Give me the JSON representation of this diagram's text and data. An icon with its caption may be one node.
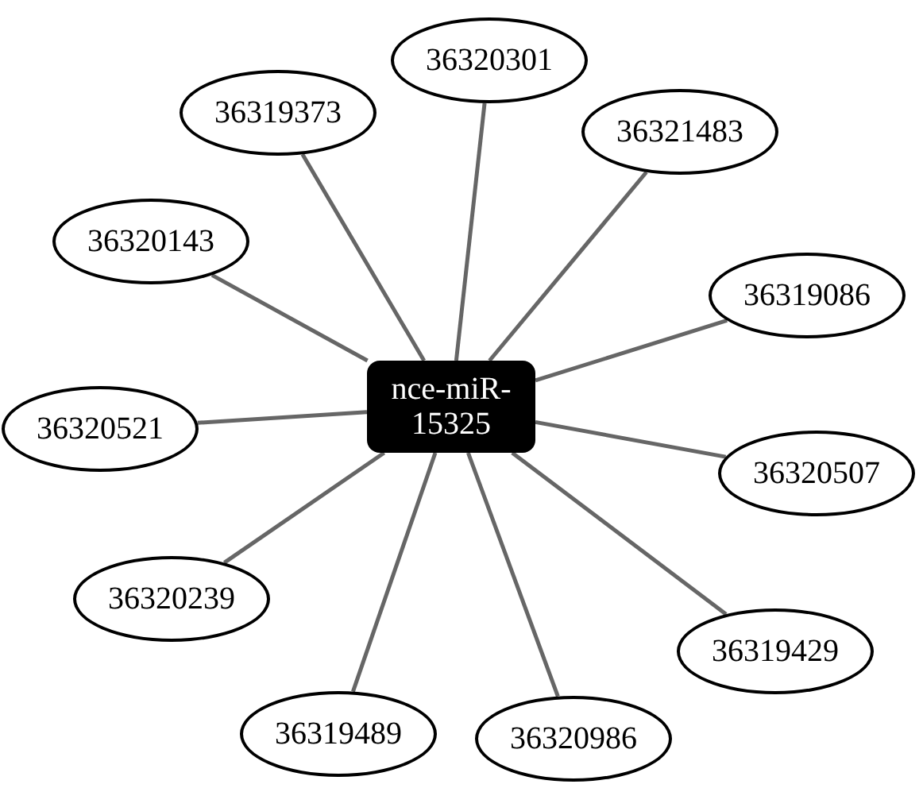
{
  "diagram": {
    "nodes": [
      {
        "text": [
          "nce-miR- 15325"
        ]
      },
      {
        "text": [
          "36320301"
        ]
      },
      {
        "text": [
          "36319373"
        ]
      },
      {
        "text": [
          "36321483"
        ]
      },
      {
        "text": [
          "36320143"
        ]
      },
      {
        "text": [
          "36319086"
        ]
      },
      {
        "text": [
          "36320521"
        ]
      },
      {
        "text": [
          "36320507"
        ]
      },
      {
        "text": [
          "36320239"
        ]
      },
      {
        "text": [
          "36319429"
        ]
      },
      {
        "text": [
          "36319489"
        ]
      },
      {
        "text": [
          "36320986"
        ]
      }
    ],
    "edges": [
      {
        "from": 0,
        "to": 1,
        "arrow": "none"
      },
      {
        "from": 0,
        "to": 2,
        "arrow": "none"
      },
      {
        "from": 0,
        "to": 3,
        "arrow": "none"
      },
      {
        "from": 0,
        "to": 4,
        "arrow": "none"
      },
      {
        "from": 0,
        "to": 5,
        "arrow": "none"
      },
      {
        "from": 0,
        "to": 6,
        "arrow": "none"
      },
      {
        "from": 0,
        "to": 7,
        "arrow": "none"
      },
      {
        "from": 0,
        "to": 8,
        "arrow": "none"
      },
      {
        "from": 0,
        "to": 9,
        "arrow": "none"
      },
      {
        "from": 0,
        "to": 10,
        "arrow": "none"
      },
      {
        "from": 0,
        "to": 11,
        "arrow": "none"
      }
    ]
  }
}
